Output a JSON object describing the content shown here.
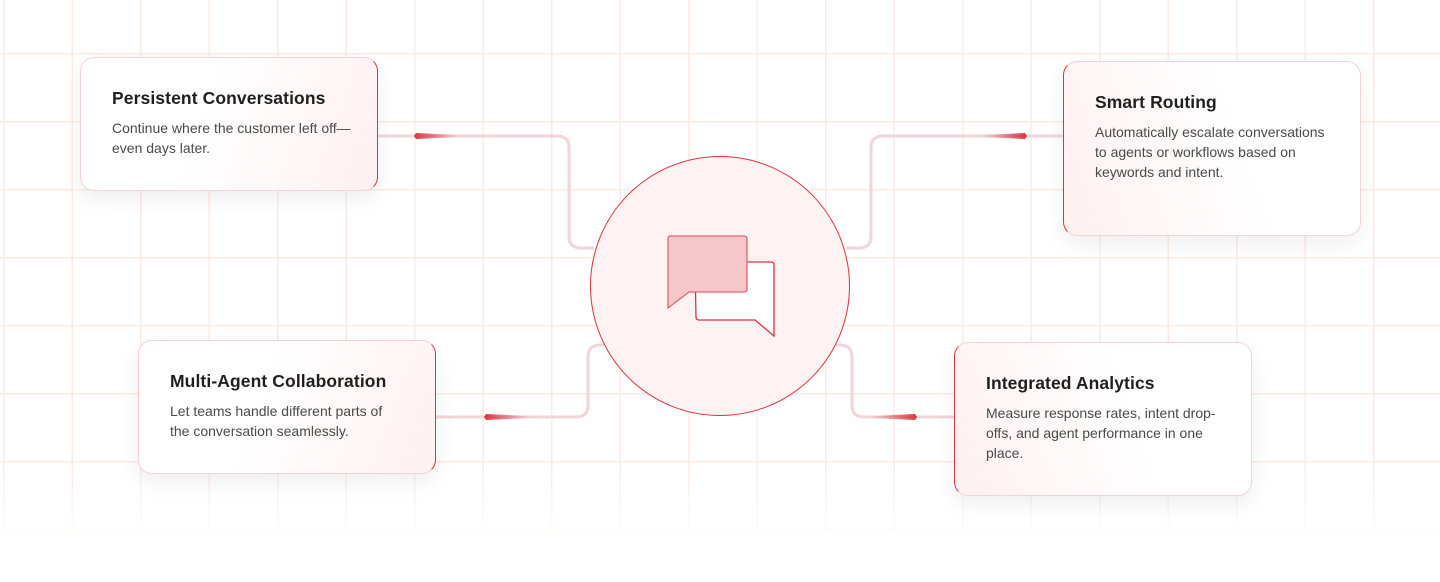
{
  "cards": [
    {
      "title": "Persistent Conversations",
      "text": "Continue where the customer left off—even days later."
    },
    {
      "title": "Smart Routing",
      "text": "Automatically escalate conversations to agents or workflows based on keywords and intent."
    },
    {
      "title": "Multi-Agent Collaboration",
      "text": "Let teams handle different parts of the conversation seamlessly."
    },
    {
      "title": "Integrated Analytics",
      "text": "Measure response rates, intent drop-offs, and agent performance in one place."
    }
  ],
  "hub": {
    "icon": "chat-bubbles-icon"
  },
  "colors": {
    "accent": "#d9333f",
    "wire": "#f0d6d8",
    "hub_bg": "#fff2f3",
    "grid": "#fdebe4"
  }
}
